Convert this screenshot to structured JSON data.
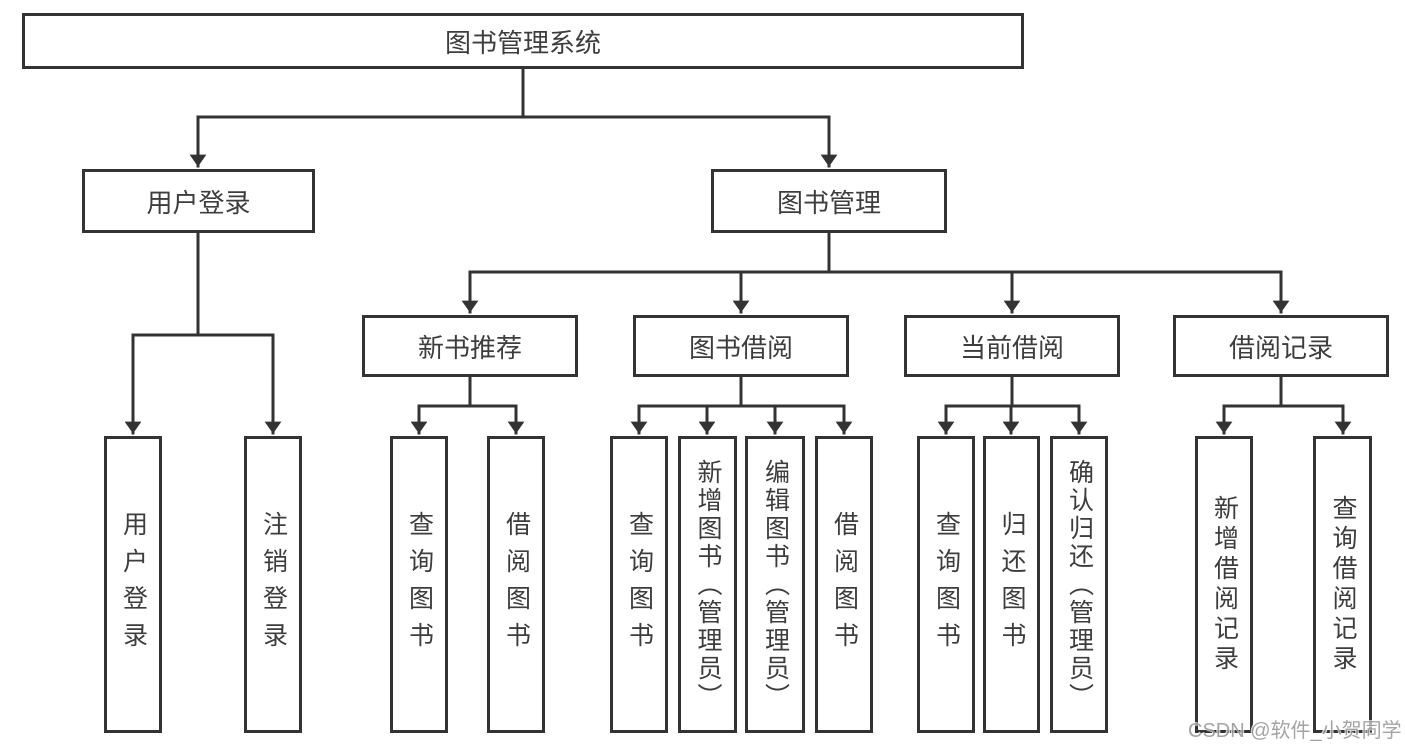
{
  "colors": {
    "line": "#333333",
    "border": "#333333",
    "text": "#3d3d3d",
    "watermark": "#9b9b9b",
    "bg": "#ffffff"
  },
  "tree": {
    "root": "图书管理系统",
    "branches": [
      {
        "label": "用户登录",
        "leaves": [
          "用户登录",
          "注销登录"
        ]
      },
      {
        "label": "图书管理",
        "groups": [
          {
            "label": "新书推荐",
            "leaves": [
              "查询图书",
              "借阅图书"
            ]
          },
          {
            "label": "图书借阅",
            "leaves": [
              "查询图书",
              "新增图书（管理员）",
              "编辑图书（管理员）",
              "借阅图书"
            ]
          },
          {
            "label": "当前借阅",
            "leaves": [
              "查询图书",
              "归还图书",
              "确认归还（管理员）"
            ]
          },
          {
            "label": "借阅记录",
            "leaves": [
              "新增借阅记录",
              "查询借阅记录"
            ]
          }
        ]
      }
    ]
  },
  "watermark": {
    "text": "CSDN @软件_小贺同学"
  }
}
